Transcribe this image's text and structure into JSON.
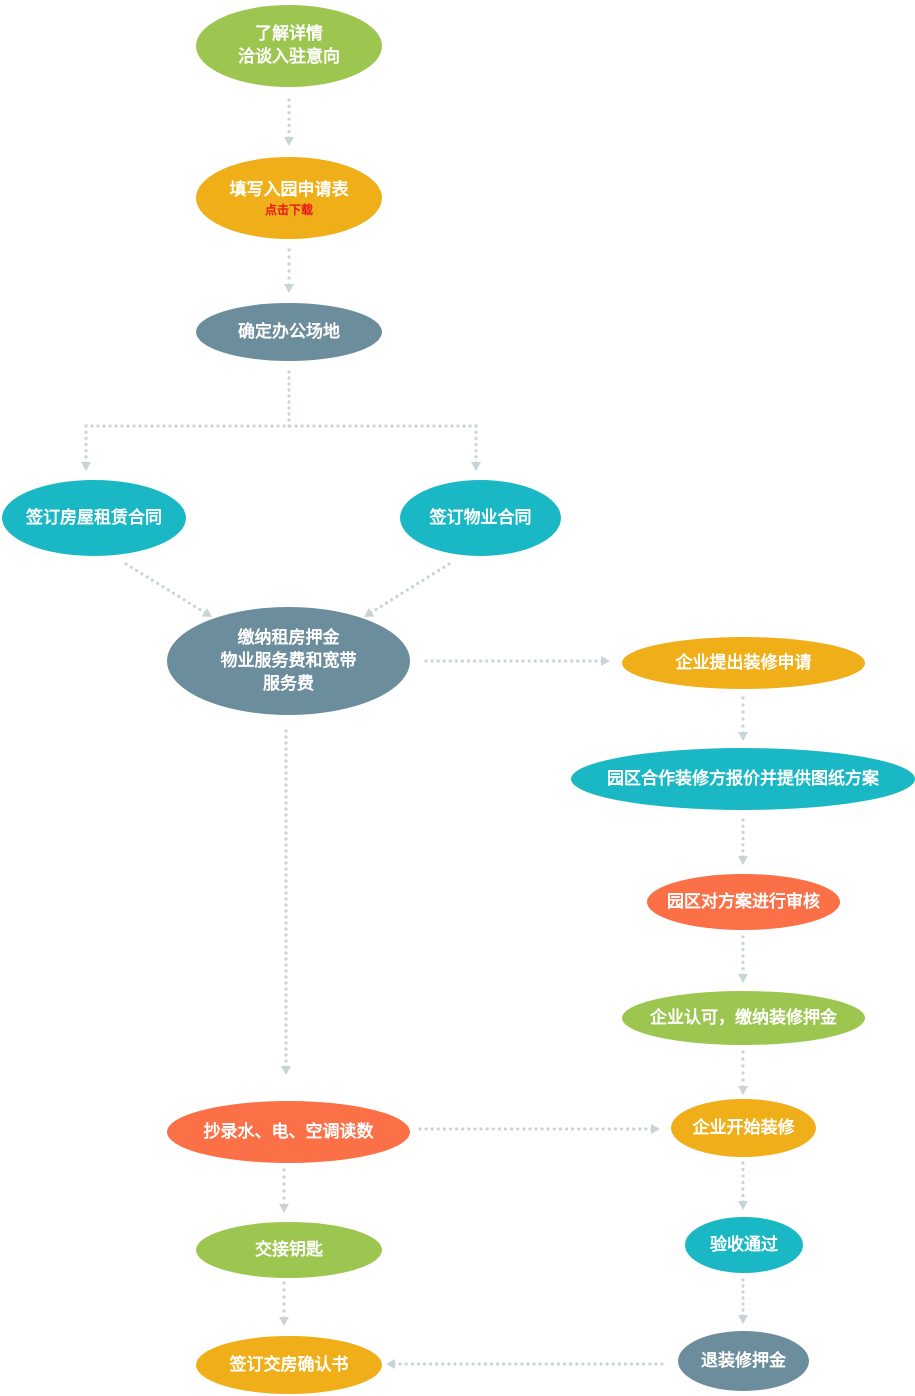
{
  "colors": {
    "green": "#9dc650",
    "yellow": "#f0ae18",
    "slate": "#6b8d9c",
    "teal": "#1ab8c4",
    "orange": "#fb7046",
    "connector": "#c9d4d8",
    "link": "#e8141b"
  },
  "flow": {
    "step1": {
      "line1": "了解详情",
      "line2": "洽谈入驻意向"
    },
    "step2": {
      "label": "填写入园申请表",
      "download_link": "点击下载"
    },
    "step3": {
      "label": "确定办公场地"
    },
    "step4a": {
      "label": "签订房屋租赁合同"
    },
    "step4b": {
      "label": "签订物业合同"
    },
    "step5": {
      "line1": "缴纳租房押金",
      "line2": "物业服务费和宽带",
      "line3": "服务费"
    },
    "step6": {
      "label": "抄录水、电、空调读数"
    },
    "step7": {
      "label": "交接钥匙"
    },
    "step8": {
      "label": "签订交房确认书"
    }
  },
  "renovation": {
    "r1": {
      "label": "企业提出装修申请"
    },
    "r2": {
      "label": "园区合作装修方报价并提供图纸方案"
    },
    "r3": {
      "label": "园区对方案进行审核"
    },
    "r4": {
      "label": "企业认可，缴纳装修押金"
    },
    "r5": {
      "label": "企业开始装修"
    },
    "r6": {
      "label": "验收通过"
    },
    "r7": {
      "label": "退装修押金"
    }
  }
}
